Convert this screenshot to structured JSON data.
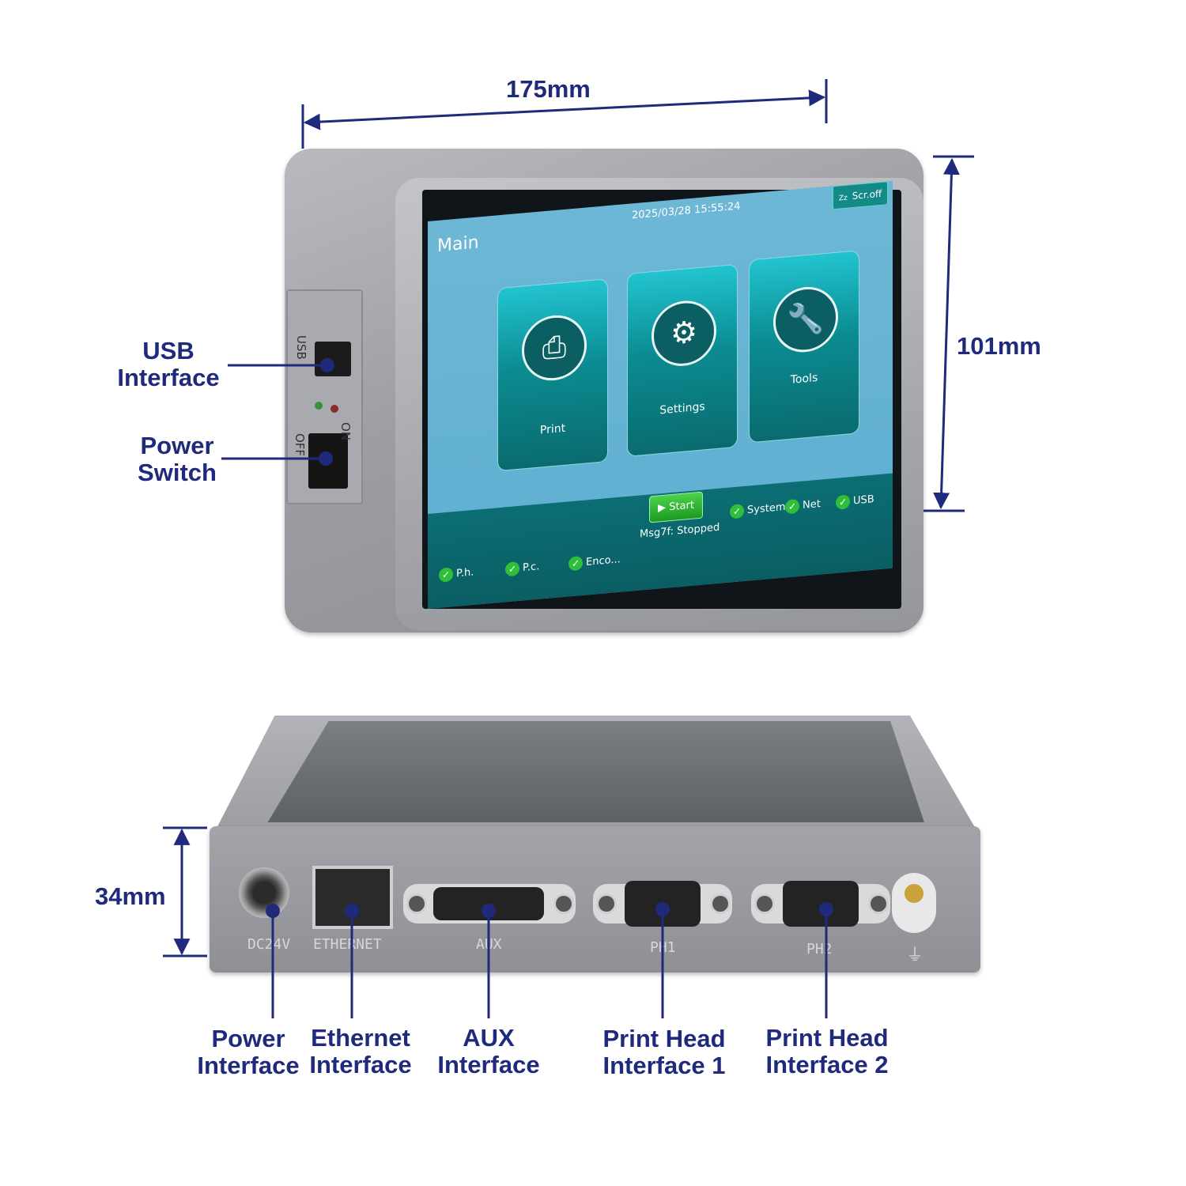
{
  "dimensions": {
    "width": "175mm",
    "height": "101mm",
    "depth": "34mm"
  },
  "side_callouts": {
    "usb": "USB\nInterface",
    "power_switch": "Power\nSwitch"
  },
  "side_panel_labels": {
    "usb": "USB",
    "on": "ON",
    "off": "OFF"
  },
  "screen_ui": {
    "title": "Main",
    "datetime": "2025/03/28  15:55:24",
    "screen_off_button": "Scr.off",
    "sleep_icon": "Zz",
    "tiles": [
      {
        "label": "Print",
        "icon": "printer-icon"
      },
      {
        "label": "Settings",
        "icon": "gear-icon"
      },
      {
        "label": "Tools",
        "icon": "wrench-icon"
      }
    ],
    "start_button": "Start",
    "message": "Msg7f: Stopped",
    "status_left": [
      "P.h.",
      "P.c.",
      "Enco..."
    ],
    "status_right": [
      "System",
      "Net",
      "USB"
    ]
  },
  "rear_silkscreen": {
    "dc": "DC24V",
    "ethernet": "ETHERNET",
    "aux": "AUX",
    "ph1": "PH1",
    "ph2": "PH2"
  },
  "bottom_callouts": {
    "power": "Power\nInterface",
    "ethernet": "Ethernet\nInterface",
    "aux": "AUX\nInterface",
    "ph1": "Print Head\nInterface 1",
    "ph2": "Print Head\nInterface 2"
  },
  "colors": {
    "callout_blue": "#1f2a7d",
    "screen_bg": "#6db7d6",
    "tile_teal": "#0b8c92"
  }
}
